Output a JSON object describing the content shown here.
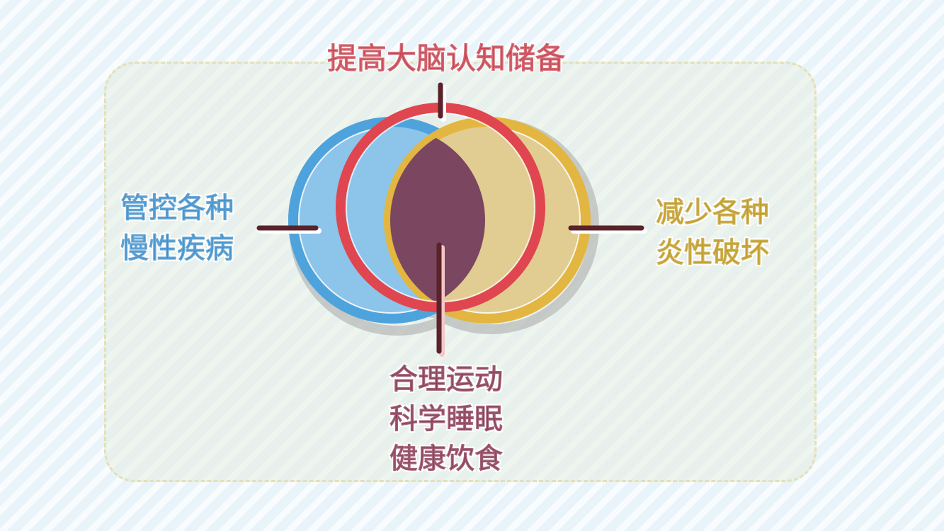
{
  "labels": {
    "top": "提高大脑认知储备",
    "left": "管控各种\n慢性疾病",
    "right": "减少各种\n炎性破坏",
    "bottom": "合理运动\n科学睡眠\n健康饮食"
  },
  "colors": {
    "blue": "#4fa3dc",
    "blue_fill": "#8cc4ea",
    "red": "#e0464f",
    "yellow": "#e2b640",
    "yellow_fill": "#e1cd91",
    "center": "#7b4660",
    "connector": "#5a2229",
    "background": "#e9f4fa",
    "panel_border": "#e3e1b6"
  }
}
